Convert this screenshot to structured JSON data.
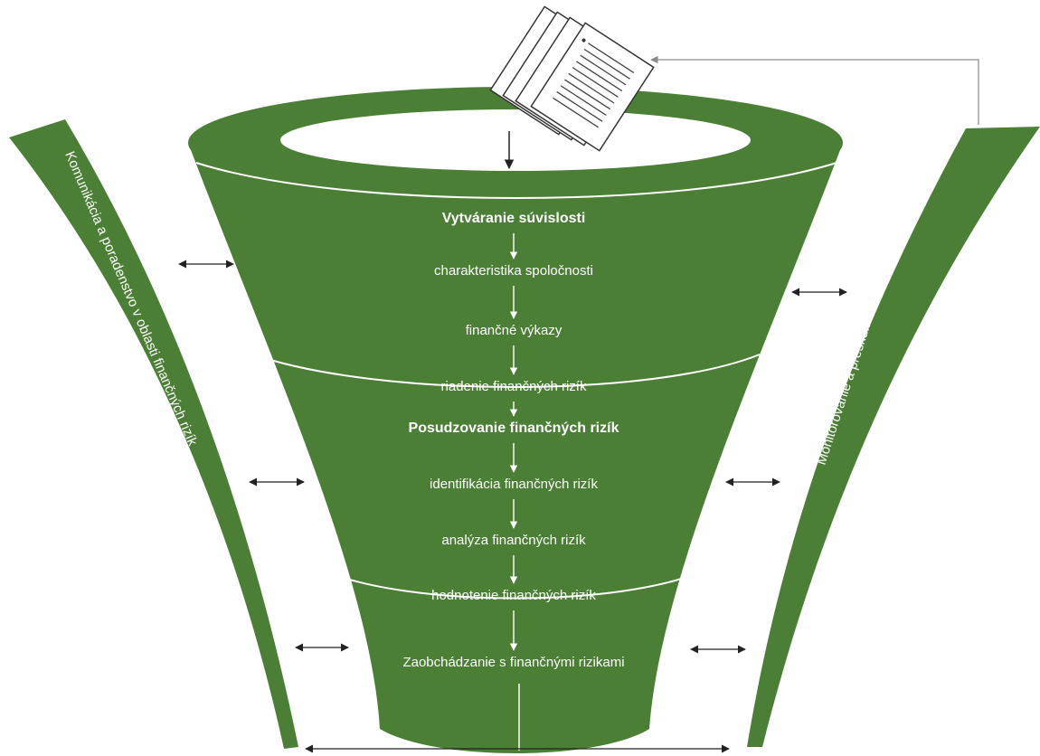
{
  "colors": {
    "funnel_green": "#4b7f35",
    "ring_line": "#ffffff",
    "arrow_dark": "#222222",
    "connector_gray": "#8a8a8a",
    "paper": "#ffffff",
    "paper_line": "#444444"
  },
  "icons": {
    "documents": "document-stack-icon"
  },
  "funnel": {
    "steps": [
      {
        "text": "Vytváranie súvislosti",
        "bold": true
      },
      {
        "text": "charakteristika spoločnosti",
        "bold": false
      },
      {
        "text": "finančné výkazy",
        "bold": false
      },
      {
        "text": "riadenie finančných rizík",
        "bold": false
      },
      {
        "text": "Posudzovanie finančných rizík",
        "bold": true
      },
      {
        "text": "identifikácia finančných rizík",
        "bold": false
      },
      {
        "text": "analýza finančných rizík",
        "bold": false
      },
      {
        "text": "hodnotenie finančných rizík",
        "bold": false
      },
      {
        "text": "Zaobchádzanie s finančnými rizikami",
        "bold": false
      }
    ]
  },
  "left_band": {
    "label": "Komunikácia a poradenstvo v oblasti finančných rizík"
  },
  "right_band": {
    "label": "Monitorovanie a preskúmavanie finančných rizík"
  }
}
